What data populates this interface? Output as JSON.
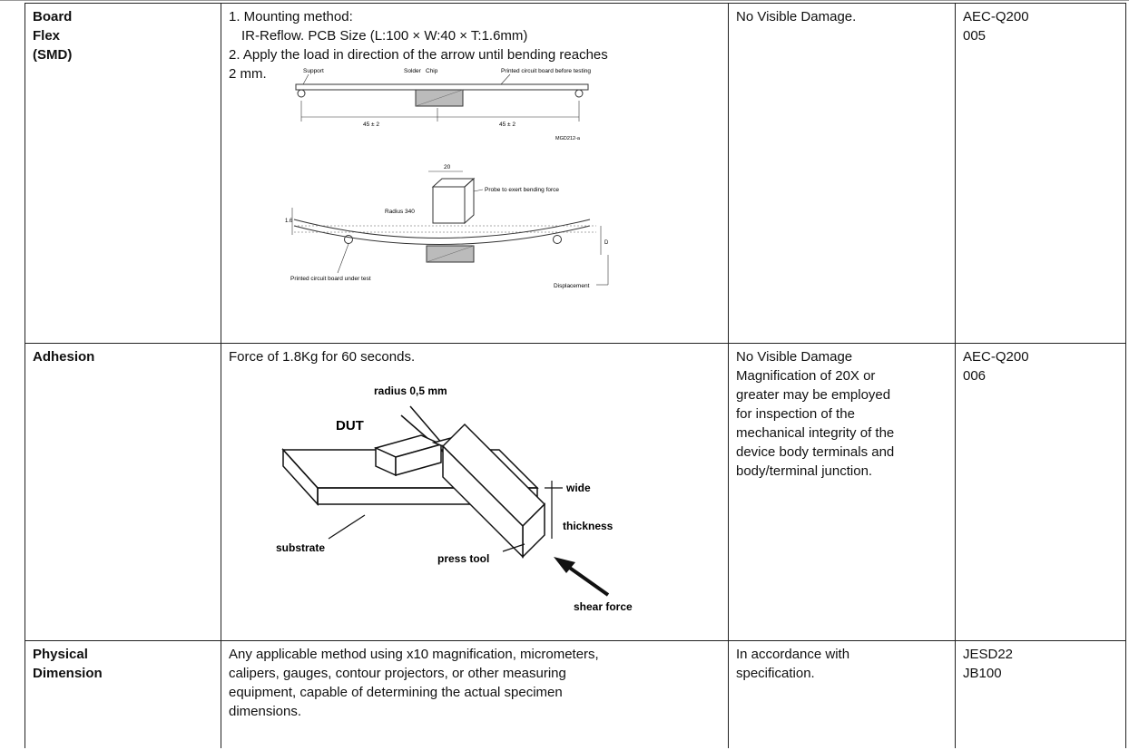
{
  "rows": [
    {
      "item_lines": [
        "Board",
        "Flex",
        "(SMD)"
      ],
      "method_lines": [
        "1. Mounting method:",
        "IR-Reflow. PCB Size (L:100 × W:40 × T:1.6mm)",
        "2. Apply the load in direction of the arrow until bending reaches",
        "2 mm."
      ],
      "diagram_labels": {
        "support": "Support",
        "solder": "Solder",
        "chip": "Chip",
        "pcb_before": "Printed circuit board before testing",
        "dim_left": "45 ± 2",
        "dim_right": "45 ± 2",
        "fig_code": "MGD212-a",
        "probe_width": "20",
        "probe": "Probe to exert bending force",
        "radius": "Radius 340",
        "thickness": "1.6",
        "d": "D",
        "pcb_under": "Printed circuit board under test",
        "displacement": "Displacement"
      },
      "criteria": "No Visible Damage.",
      "reference_lines": [
        "AEC-Q200",
        "005"
      ]
    },
    {
      "item_lines": [
        "Adhesion"
      ],
      "method_lines": [
        "Force of 1.8Kg for 60 seconds."
      ],
      "diagram_labels": {
        "radius": "radius 0,5 mm",
        "dut": "DUT",
        "wide": "wide",
        "thickness": "thickness",
        "substrate": "substrate",
        "press_tool": "press tool",
        "shear_force": "shear force"
      },
      "criteria_lines": [
        "No Visible Damage",
        "Magnification of 20X or",
        "greater may be employed",
        "for inspection of the",
        "mechanical integrity of the",
        "device body terminals and",
        "body/terminal junction."
      ],
      "reference_lines": [
        "AEC-Q200",
        "006"
      ]
    },
    {
      "item_lines": [
        "Physical",
        "Dimension"
      ],
      "method_lines": [
        "Any applicable method using x10 magnification, micrometers,",
        "calipers, gauges, contour projectors, or other measuring",
        "equipment, capable of determining the actual specimen",
        "dimensions."
      ],
      "criteria_lines": [
        "In accordance with",
        "specification."
      ],
      "reference_lines": [
        "JESD22",
        "JB100"
      ]
    }
  ]
}
